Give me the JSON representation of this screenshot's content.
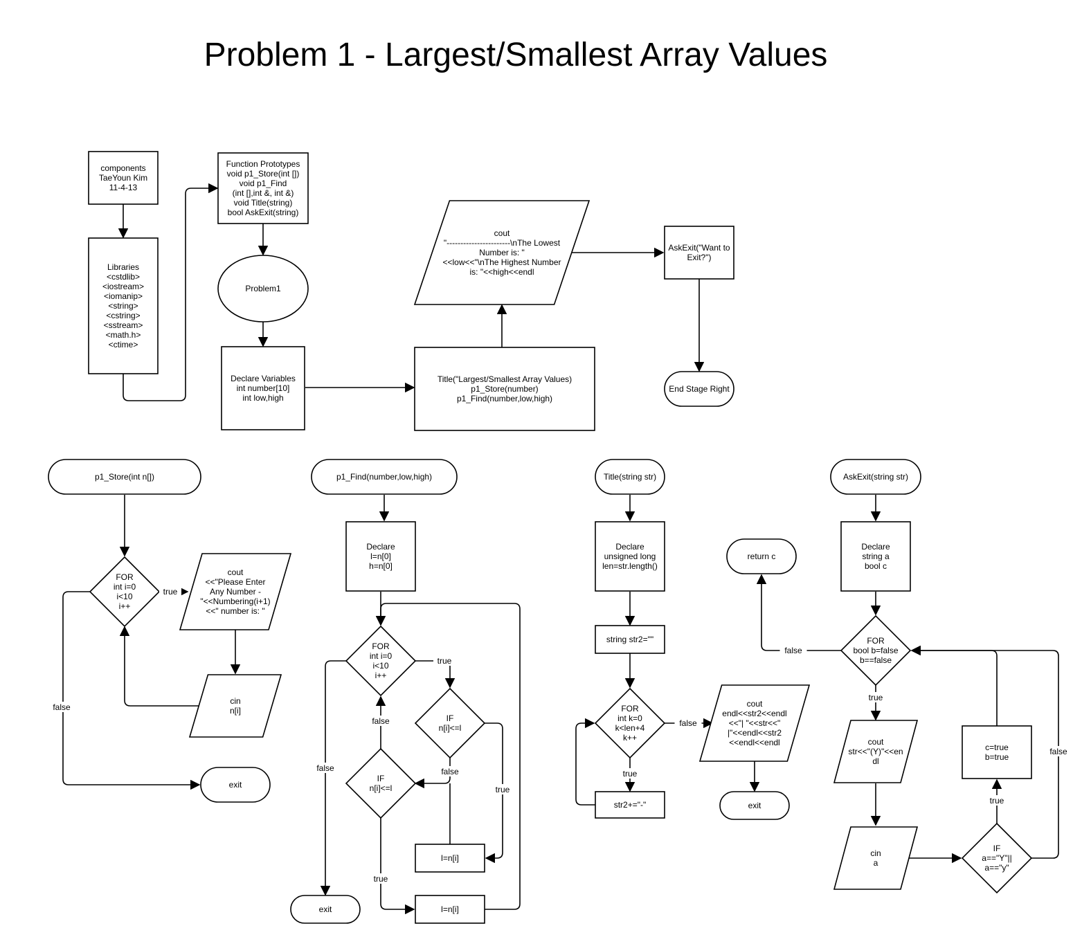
{
  "title": "Problem 1 - Largest/Smallest Array Values",
  "nodes": {
    "components": [
      "components",
      "TaeYoun Kim",
      "11-4-13"
    ],
    "libraries": [
      "Libraries",
      "<cstdlib>",
      "<iostream>",
      "<iomanip>",
      "<string>",
      "<cstring>",
      "<sstream>",
      "<math.h>",
      "<ctime>"
    ],
    "prototypes": [
      "Function Prototypes",
      "void p1_Store(int [])",
      "void p1_Find",
      "(int [],int &, int &)",
      "void Title(string)",
      "bool AskExit(string)"
    ],
    "problem1": [
      "Problem1"
    ],
    "declare_vars": [
      "Declare Variables",
      "int number[10]",
      "int low,high"
    ],
    "title_call": [
      "Title(\"Largest/Smallest Array Values)",
      "p1_Store(number)",
      "p1_Find(number,low,high)"
    ],
    "cout_main": [
      "cout",
      "\"-----------------------\\nThe Lowest",
      "Number is: \"",
      "<<low<<\"\\nThe Highest Number",
      "is: \"<<high<<endl"
    ],
    "askexit_call": [
      "AskExit(\"Want to",
      "Exit?\")"
    ],
    "end_stage": [
      "End Stage Right"
    ],
    "store_start": [
      "p1_Store(int n[])"
    ],
    "store_for": [
      "FOR",
      "int i=0",
      "i<10",
      "i++"
    ],
    "store_cout": [
      "cout",
      "<<\"Please Enter",
      "Any Number -",
      "\"<<Numbering(i+1)",
      "<<\" number is: \""
    ],
    "store_cin": [
      "cin",
      "n[i]"
    ],
    "store_exit": [
      "exit"
    ],
    "find_start": [
      "p1_Find(number,low,high)"
    ],
    "find_declare": [
      "Declare",
      "l=n[0]",
      "h=n[0]"
    ],
    "find_for": [
      "FOR",
      "int i=0",
      "i<10",
      "i++"
    ],
    "find_if1": [
      "IF",
      "n[i]<=l"
    ],
    "find_if2": [
      "IF",
      "n[i]<=l"
    ],
    "find_assign1": [
      "l=n[i]"
    ],
    "find_assign2": [
      "l=n[i]"
    ],
    "find_exit": [
      "exit"
    ],
    "title_start": [
      "Title(string str)"
    ],
    "title_declare": [
      "Declare",
      "unsigned long",
      "len=str.length()"
    ],
    "title_str2": [
      "string str2=\"\""
    ],
    "title_for": [
      "FOR",
      "int k=0",
      "k<len+4",
      "k++"
    ],
    "title_append": [
      "str2+=\"-\""
    ],
    "title_cout": [
      "cout",
      "endl<<str2<<endl",
      "<<\"| \"<<str<<\"",
      "|\"<<endl<<str2",
      "<<endl<<endl"
    ],
    "title_exit": [
      "exit"
    ],
    "ask_start": [
      "AskExit(string str)"
    ],
    "ask_declare": [
      "Declare",
      "string a",
      "bool c"
    ],
    "ask_return": [
      "return c"
    ],
    "ask_for": [
      "FOR",
      "bool b=false",
      "b==false"
    ],
    "ask_cout": [
      "cout",
      "str<<\"(Y)\"<<en",
      "dl"
    ],
    "ask_cin": [
      "cin",
      "a"
    ],
    "ask_if": [
      "IF",
      "a==\"Y\"||",
      "a==\"y\""
    ],
    "ask_set": [
      "c=true",
      "b=true"
    ]
  },
  "edge_labels": {
    "store_true": "true",
    "store_false": "false",
    "find_true_for": "true",
    "find_false_for": "false",
    "find_if1_false": "false",
    "find_if1_true": "true",
    "find_if2_false": "false",
    "find_if2_true": "true",
    "title_false": "false",
    "title_true": "true",
    "ask_false_for": "false",
    "ask_true_for": "true",
    "ask_if_true": "true",
    "ask_if_false": "false"
  }
}
